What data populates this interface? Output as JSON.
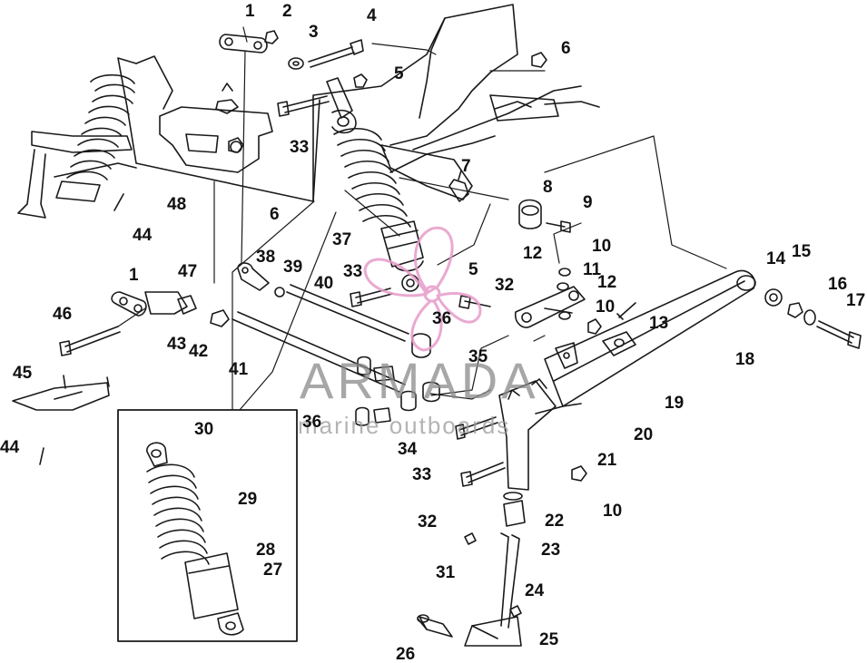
{
  "watermark": {
    "name": "ARMADA",
    "tagline": "marine outboards",
    "propeller_color": "#e79bc9"
  },
  "line_color": "#1a1a1a",
  "labels": [
    {
      "id": "l-1a",
      "text": "1"
    },
    {
      "id": "l-2",
      "text": "2"
    },
    {
      "id": "l-3",
      "text": "3"
    },
    {
      "id": "l-4",
      "text": "4"
    },
    {
      "id": "l-5a",
      "text": "5"
    },
    {
      "id": "l-6a",
      "text": "6"
    },
    {
      "id": "l-33a",
      "text": "33"
    },
    {
      "id": "l-6b",
      "text": "6"
    },
    {
      "id": "l-48",
      "text": "48"
    },
    {
      "id": "l-7",
      "text": "7"
    },
    {
      "id": "l-8",
      "text": "8"
    },
    {
      "id": "l-9",
      "text": "9"
    },
    {
      "id": "l-44a",
      "text": "44"
    },
    {
      "id": "l-10a",
      "text": "10"
    },
    {
      "id": "l-37",
      "text": "37"
    },
    {
      "id": "l-38",
      "text": "38"
    },
    {
      "id": "l-39",
      "text": "39"
    },
    {
      "id": "l-12a",
      "text": "12"
    },
    {
      "id": "l-11",
      "text": "11"
    },
    {
      "id": "l-12b",
      "text": "12"
    },
    {
      "id": "l-14",
      "text": "14"
    },
    {
      "id": "l-15",
      "text": "15"
    },
    {
      "id": "l-16",
      "text": "16"
    },
    {
      "id": "l-17",
      "text": "17"
    },
    {
      "id": "l-1b",
      "text": "1"
    },
    {
      "id": "l-47",
      "text": "47"
    },
    {
      "id": "l-40",
      "text": "40"
    },
    {
      "id": "l-33b",
      "text": "33"
    },
    {
      "id": "l-5b",
      "text": "5"
    },
    {
      "id": "l-32a",
      "text": "32"
    },
    {
      "id": "l-10b",
      "text": "10"
    },
    {
      "id": "l-46",
      "text": "46"
    },
    {
      "id": "l-36a",
      "text": "36"
    },
    {
      "id": "l-13",
      "text": "13"
    },
    {
      "id": "l-43",
      "text": "43"
    },
    {
      "id": "l-42",
      "text": "42"
    },
    {
      "id": "l-41",
      "text": "41"
    },
    {
      "id": "l-35",
      "text": "35"
    },
    {
      "id": "l-18",
      "text": "18"
    },
    {
      "id": "l-45",
      "text": "45"
    },
    {
      "id": "l-19",
      "text": "19"
    },
    {
      "id": "l-36b",
      "text": "36"
    },
    {
      "id": "l-20",
      "text": "20"
    },
    {
      "id": "l-34",
      "text": "34"
    },
    {
      "id": "l-30",
      "text": "30"
    },
    {
      "id": "l-44b",
      "text": "44"
    },
    {
      "id": "l-21",
      "text": "21"
    },
    {
      "id": "l-33c",
      "text": "33"
    },
    {
      "id": "l-10c",
      "text": "10"
    },
    {
      "id": "l-29",
      "text": "29"
    },
    {
      "id": "l-22",
      "text": "22"
    },
    {
      "id": "l-32b",
      "text": "32"
    },
    {
      "id": "l-28",
      "text": "28"
    },
    {
      "id": "l-27",
      "text": "27"
    },
    {
      "id": "l-23",
      "text": "23"
    },
    {
      "id": "l-31",
      "text": "31"
    },
    {
      "id": "l-24",
      "text": "24"
    },
    {
      "id": "l-25",
      "text": "25"
    },
    {
      "id": "l-26",
      "text": "26"
    }
  ]
}
